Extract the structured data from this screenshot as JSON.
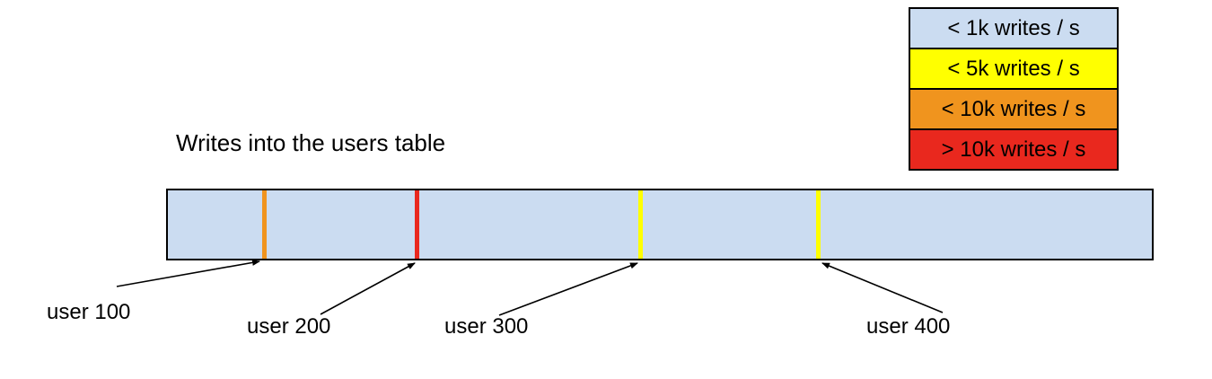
{
  "title": "Writes into the users table",
  "legend": {
    "items": [
      {
        "id": "lt-1k",
        "label": "< 1k writes / s",
        "color": "#cbdcf1"
      },
      {
        "id": "lt-5k",
        "label": "< 5k writes / s",
        "color": "#ffff00"
      },
      {
        "id": "lt-10k",
        "label": "< 10k writes / s",
        "color": "#f0941e"
      },
      {
        "id": "gt-10k",
        "label": "> 10k writes / s",
        "color": "#e9281e"
      }
    ]
  },
  "bar": {
    "fill": "#cbdcf1",
    "border_color": "#000000",
    "markers": [
      {
        "user": "user 100",
        "color": "#f0941e",
        "rate": "< 10k writes / s"
      },
      {
        "user": "user 200",
        "color": "#e9281e",
        "rate": "> 10k writes / s"
      },
      {
        "user": "user 300",
        "color": "#ffff00",
        "rate": "< 5k writes / s"
      },
      {
        "user": "user 400",
        "color": "#ffff00",
        "rate": "< 5k writes / s"
      }
    ]
  }
}
